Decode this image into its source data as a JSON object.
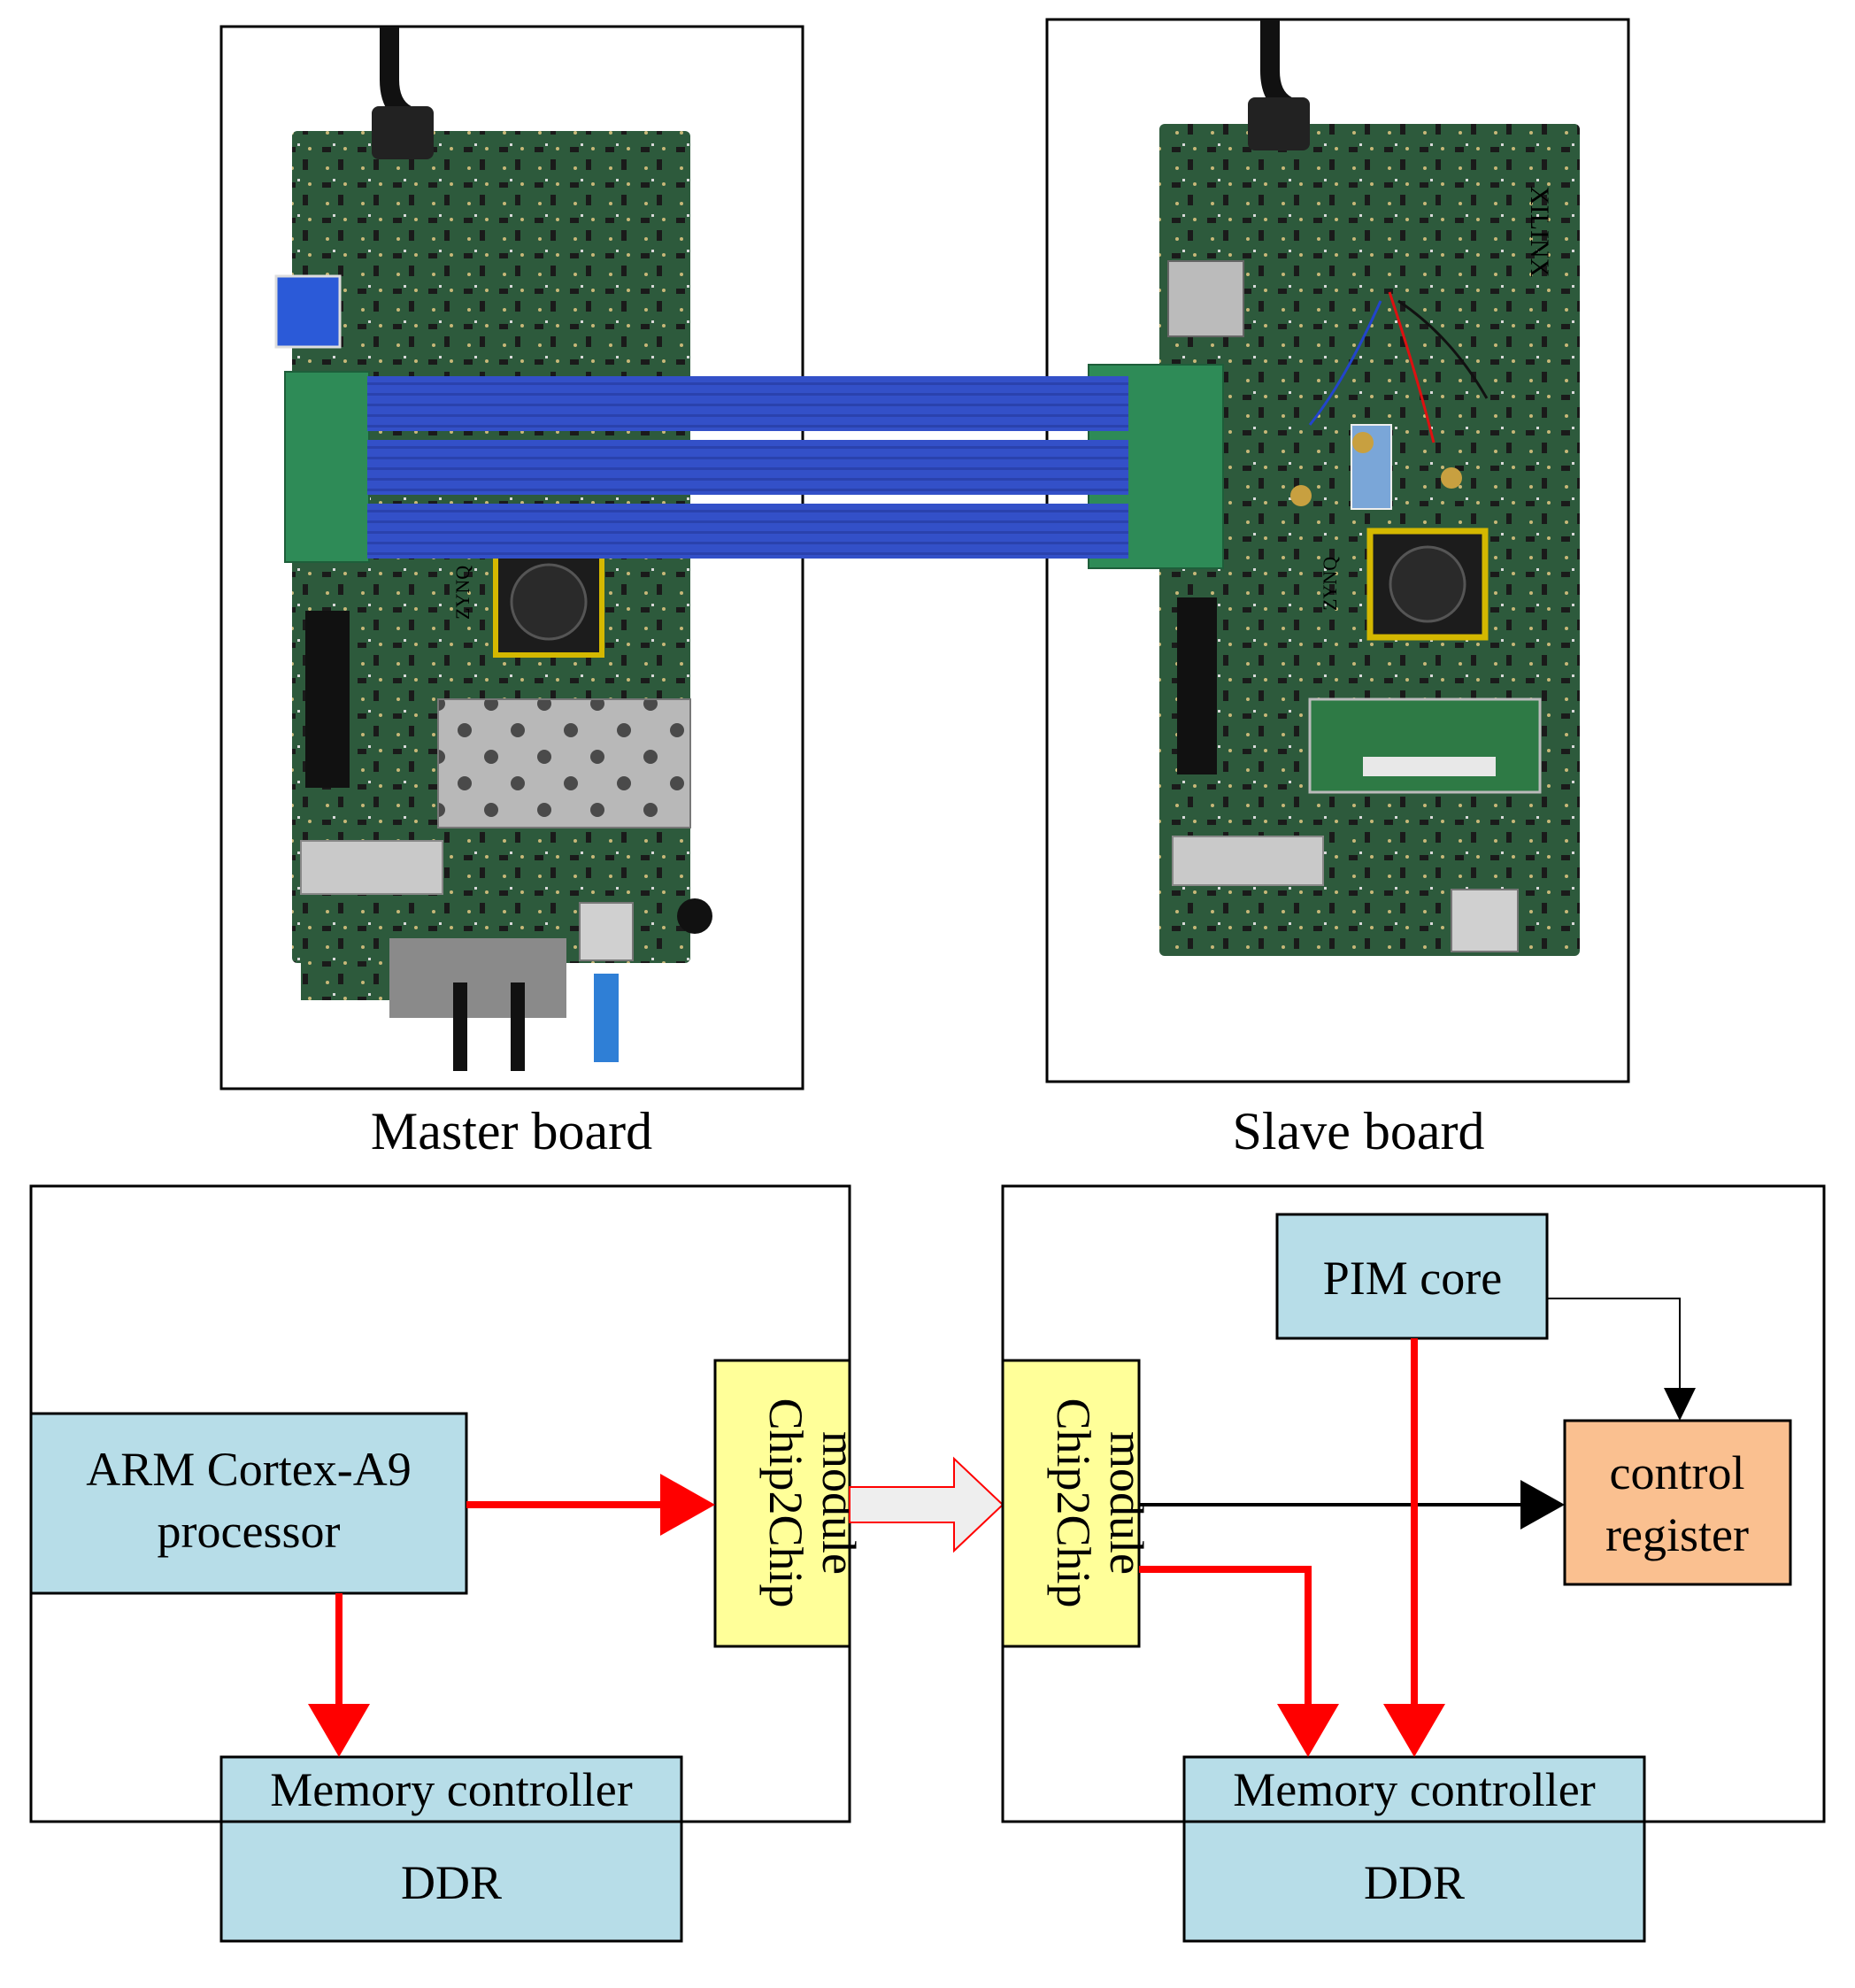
{
  "photo": {
    "master_caption": "Master board",
    "slave_caption": "Slave board",
    "board_brand": "XILINX",
    "chip_marking": "ZYNQ"
  },
  "master_block": {
    "processor": [
      "ARM Cortex-A9",
      "processor"
    ],
    "chip2chip": [
      "Chip2Chip",
      "module"
    ],
    "memory_controller": "Memory controller",
    "ddr": "DDR"
  },
  "slave_block": {
    "chip2chip": [
      "Chip2Chip",
      "module"
    ],
    "pim_core": "PIM core",
    "control_register": [
      "control",
      "register"
    ],
    "memory_controller": "Memory controller",
    "ddr": "DDR"
  },
  "colors": {
    "block_blue": "#b7dde8",
    "chip2chip_yellow": "#ffff99",
    "register_orange": "#fac090",
    "arrow_red": "#ff0000",
    "pcb_green": "#2d5a3c",
    "cable_blue": "#3350c8",
    "adapter_green": "#2e8b57"
  }
}
